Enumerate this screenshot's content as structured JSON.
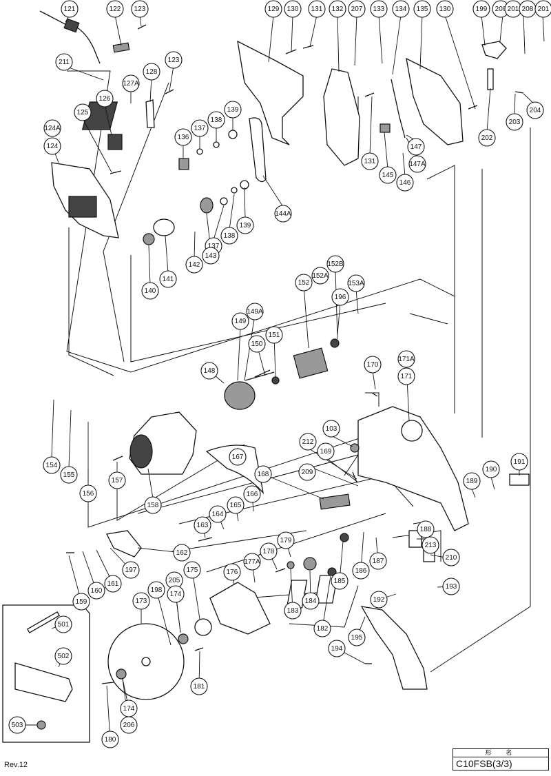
{
  "revision": "Rev.12",
  "title_box": {
    "header": "形　名",
    "model": "C10FSB(3/3)"
  },
  "callouts": [
    "121",
    "122",
    "123",
    "123",
    "211",
    "128",
    "127A",
    "126",
    "125",
    "124A",
    "124",
    "129",
    "130",
    "131",
    "132",
    "207",
    "133",
    "134",
    "135",
    "130",
    "199",
    "200",
    "201",
    "208",
    "201",
    "139",
    "138",
    "137",
    "136",
    "204",
    "203",
    "202",
    "147",
    "147A",
    "145",
    "146",
    "131",
    "144A",
    "139",
    "138",
    "137",
    "143",
    "142",
    "141",
    "140",
    "152B",
    "152A",
    "152",
    "153A",
    "196",
    "149A",
    "149",
    "150",
    "151",
    "148",
    "170",
    "171A",
    "171",
    "103",
    "212",
    "169",
    "209",
    "191",
    "190",
    "189",
    "188",
    "213",
    "210",
    "154",
    "155",
    "156",
    "157",
    "158",
    "167",
    "168",
    "166",
    "165",
    "164",
    "163",
    "162",
    "197",
    "161",
    "160",
    "159",
    "179",
    "178",
    "177A",
    "176",
    "175",
    "205",
    "174",
    "198",
    "173",
    "184",
    "183",
    "182",
    "185",
    "186",
    "187",
    "192",
    "193",
    "195",
    "194",
    "181",
    "174",
    "206",
    "180",
    "501",
    "502",
    "503"
  ]
}
